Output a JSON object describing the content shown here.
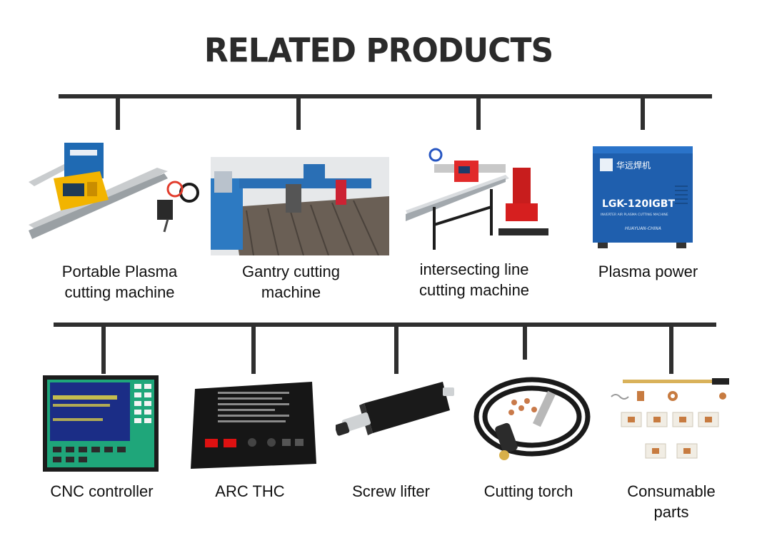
{
  "heading": "RELATED PRODUCTS",
  "row1": [
    {
      "line1": "Portable Plasma",
      "line2": "cutting machine",
      "icon": "portable-plasma-cutter-image"
    },
    {
      "line1": "Gantry cutting",
      "line2": "machine",
      "icon": "gantry-cutter-image"
    },
    {
      "line1": "intersecting line",
      "line2": "cutting machine",
      "icon": "pipe-cutter-image"
    },
    {
      "line1": "Plasma power",
      "line2": "",
      "icon": "plasma-power-image"
    }
  ],
  "row2": [
    {
      "line1": "CNC controller",
      "line2": "",
      "icon": "cnc-controller-image"
    },
    {
      "line1": "ARC THC",
      "line2": "",
      "icon": "arc-thc-image"
    },
    {
      "line1": "Screw lifter",
      "line2": "",
      "icon": "screw-lifter-image"
    },
    {
      "line1": "Cutting torch",
      "line2": "",
      "icon": "cutting-torch-image"
    },
    {
      "line1": "Consumable",
      "line2": "parts",
      "icon": "consumable-parts-image"
    }
  ],
  "embedded_text": {
    "plasma_brand": "华远焊机",
    "plasma_model": "LGK-120IGBT",
    "plasma_sub": "INVERTER AIR PLASMA CUTTING MACHINE",
    "plasma_maker": "HUAYUAN-CHINA"
  },
  "colors": {
    "heading": "#2b2b2b",
    "bars": "#2f2f2f",
    "plasma_blue": "#1f5fae",
    "machine_yellow": "#f2b400",
    "machine_red": "#d81e1e",
    "controller_green": "#1aa87a"
  }
}
